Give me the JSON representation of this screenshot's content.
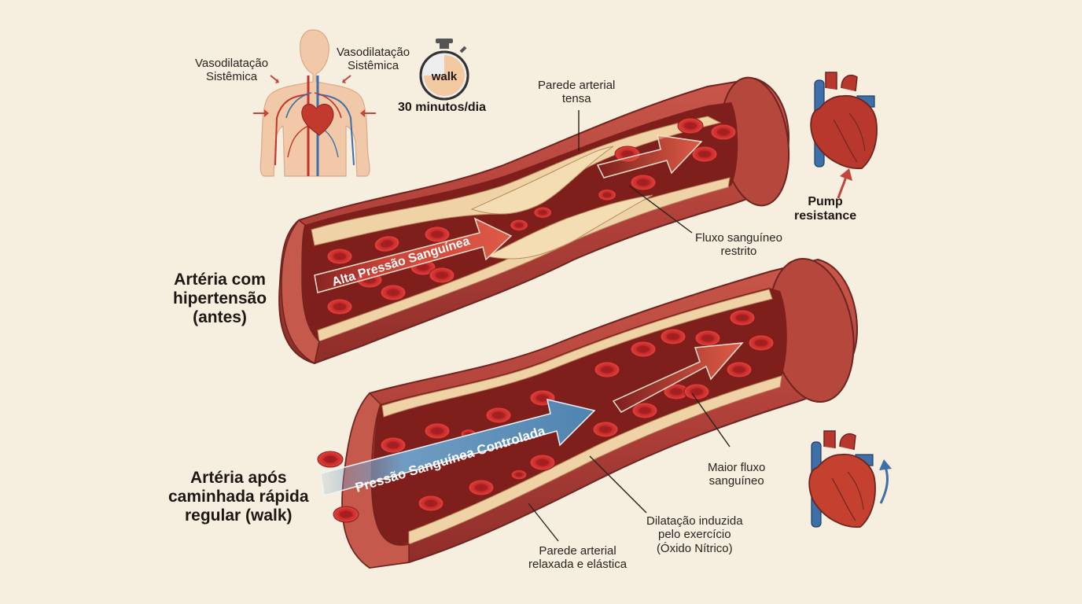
{
  "labels": {
    "vaso_left": [
      "Vasodilatação",
      "Sistêmica"
    ],
    "vaso_right": [
      "Vasodilatação",
      "Sistêmica"
    ],
    "timer_word": "walk",
    "timer_caption": "30 minutos/dia",
    "wall_tense": [
      "Parede arterial",
      "tensa"
    ],
    "restricted_flow": [
      "Fluxo sanguíneo",
      "restrito"
    ],
    "pump_resistance": [
      "Pump",
      "resistance"
    ],
    "artery_before": [
      "Artéria com",
      "hipertensão",
      "(antes)"
    ],
    "high_pressure": "Alta Pressão Sanguínea",
    "controlled_pressure": "Pressão Sanguínea Controlada",
    "more_flow": [
      "Maior fluxo",
      "sanguíneo"
    ],
    "artery_after": [
      "Artéria após",
      "caminhada rápida",
      "regular (walk)"
    ],
    "dilation": [
      "Dilatação induzida",
      "pelo exercício",
      "(Óxido Nítrico)"
    ],
    "wall_relaxed": [
      "Parede arterial",
      "relaxada e elástica"
    ]
  },
  "colors": {
    "background": "#f6efdf",
    "artery_outer": "#b4443a",
    "artery_inner": "#7e1f1c",
    "plaque": "#efd3a6",
    "red_cell": "#c8282a",
    "high_pressure_arrow": "#d6493c",
    "controlled_arrow": "#5c8cb4",
    "heart_red": "#b8382e",
    "vein_blue": "#3d6fa8",
    "skin": "#f2c9a8"
  },
  "icons": [
    "body-silhouette-icon",
    "stopwatch-icon",
    "heart-icon",
    "up-arrow-icon"
  ]
}
